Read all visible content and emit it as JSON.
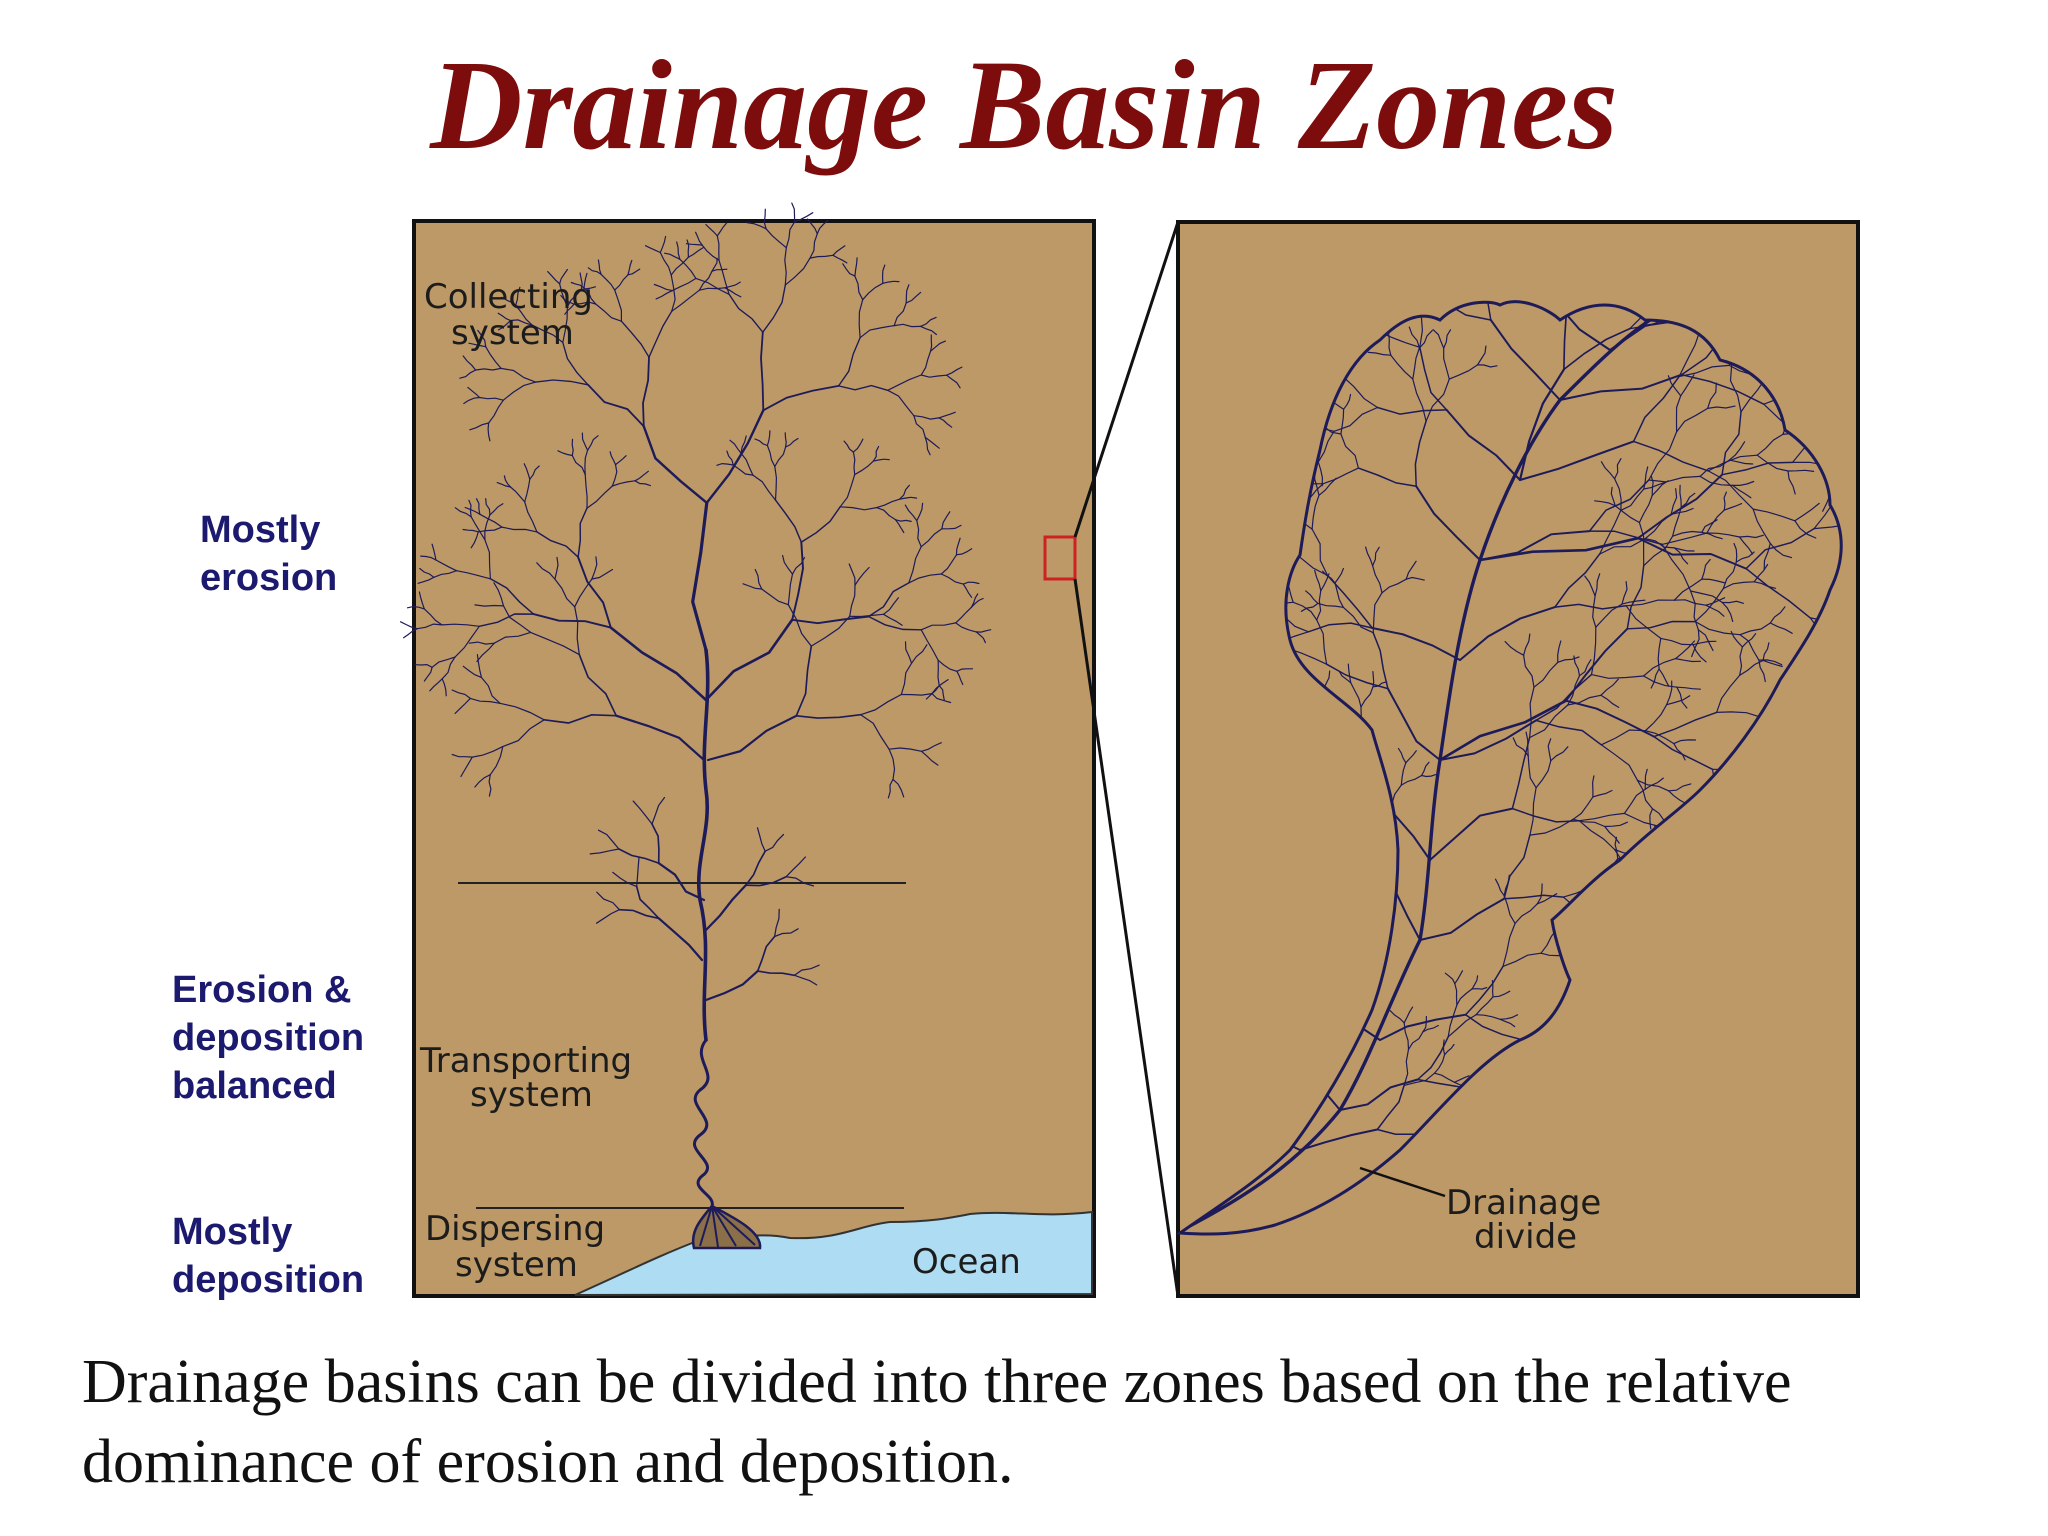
{
  "title": "Drainage Basin Zones",
  "zones": {
    "erosion": "Mostly\nerosion",
    "balanced": "Erosion &\ndeposition\nbalanced",
    "deposition": "Mostly\ndeposition"
  },
  "diagram": {
    "collecting": [
      "Collecting",
      "system"
    ],
    "transporting": [
      "Transporting",
      "system"
    ],
    "dispersing": [
      "Dispersing",
      "system"
    ],
    "ocean": "Ocean",
    "divide": [
      "Drainage",
      "divide"
    ]
  },
  "caption": "Drainage basins can be divided into three zones based on the relative dominance of erosion and deposition.",
  "colors": {
    "title": "#7d0c0c",
    "zone_text": "#1c1a6e",
    "land": "#bc9966",
    "streams": "#1e1b5a",
    "ocean": "#aedcf2",
    "highlight": "#cc2222"
  }
}
